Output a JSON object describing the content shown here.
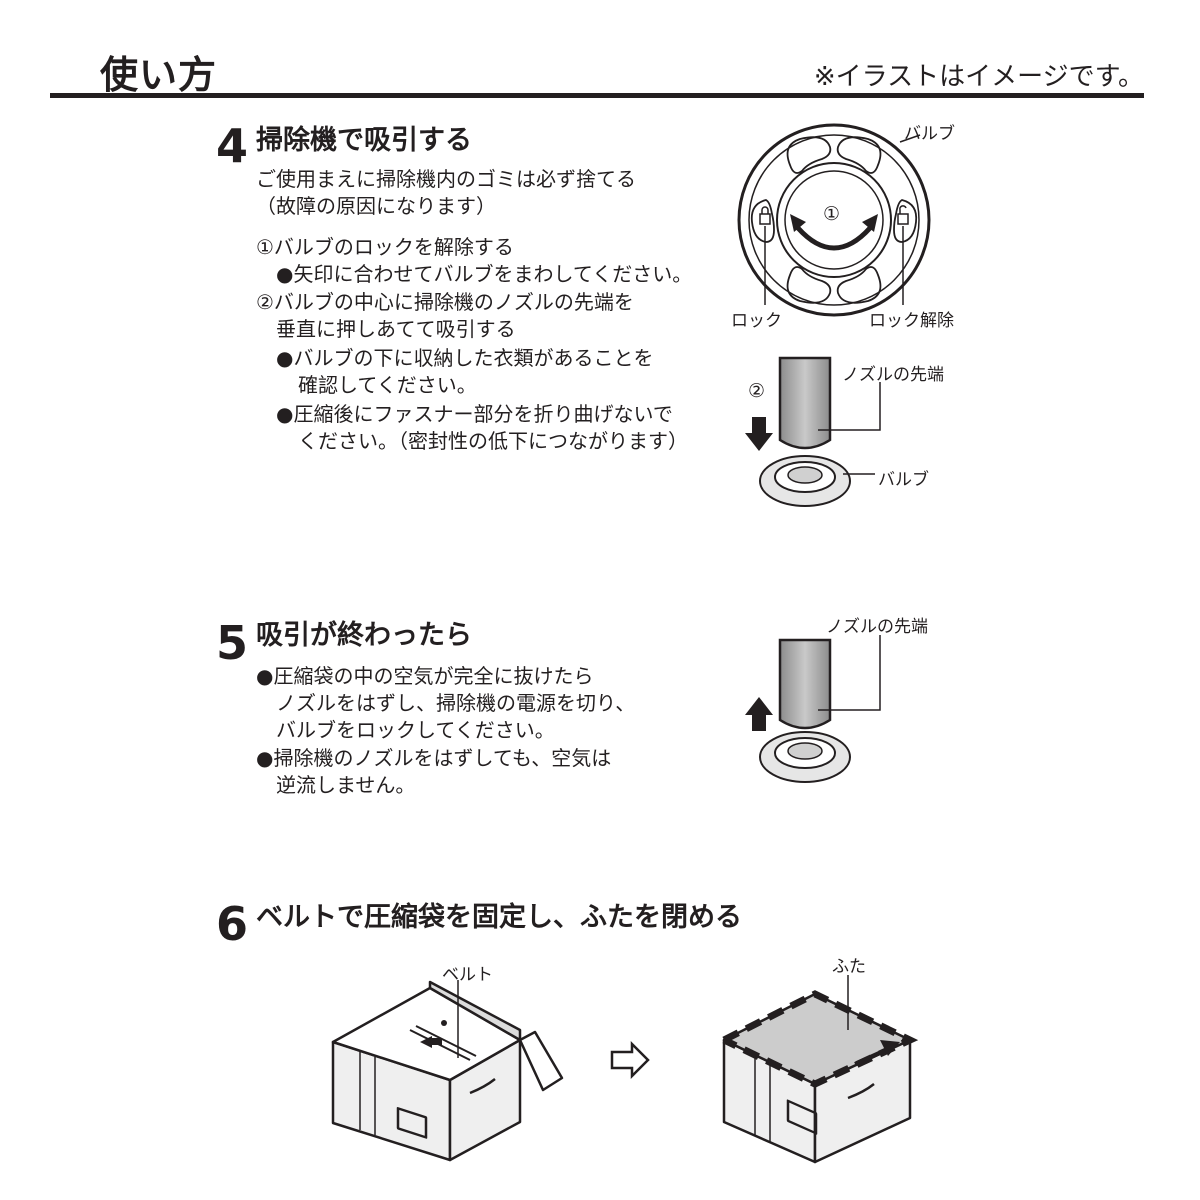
{
  "header": {
    "title": "使い方",
    "note": "※イラストはイメージです。"
  },
  "step4": {
    "number": "4",
    "title": "掃除機で吸引する",
    "intro": [
      "ご使用まえに掃除機内のゴミは必ず捨てる",
      "（故障の原因になります）"
    ],
    "lines": [
      "①バルブのロックを解除する",
      "●矢印に合わせてバルブをまわしてください。",
      "②バルブの中心に掃除機のノズルの先端を",
      "垂直に押しあてて吸引する",
      "●バルブの下に収納した衣類があることを",
      "確認してください。",
      "●圧縮後にファスナー部分を折り曲げないで",
      "ください。（密封性の低下につながります）"
    ],
    "fig_valve": {
      "label_valve": "バルブ",
      "label_circled": "①",
      "label_lock": "ロック",
      "label_unlock": "ロック解除"
    },
    "fig_nozzle": {
      "label_circled": "②",
      "label_nozzle": "ノズルの先端",
      "label_valve": "バルブ"
    }
  },
  "step5": {
    "number": "5",
    "title": "吸引が終わったら",
    "lines": [
      "●圧縮袋の中の空気が完全に抜けたら",
      "ノズルをはずし、掃除機の電源を切り、",
      "バルブをロックしてください。",
      "●掃除機のノズルをはずしても、空気は",
      "逆流しません。"
    ],
    "fig_nozzle": {
      "label_nozzle": "ノズルの先端"
    }
  },
  "step6": {
    "number": "6",
    "title": "ベルトで圧縮袋を固定し、ふたを閉める",
    "fig": {
      "label_belt": "ベルト",
      "label_lid": "ふた"
    }
  }
}
